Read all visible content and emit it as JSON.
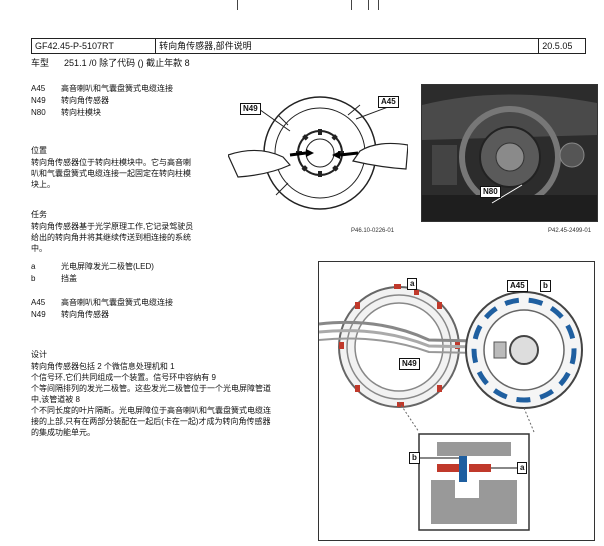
{
  "header": {
    "doc_id": "GF42.45-P-5107RT",
    "title": "转向角传感器,部件说明",
    "date": "20.5.05"
  },
  "model_line": {
    "label": "车型",
    "value": "251.1 /0 除了代码 () 截止年款 8"
  },
  "components_top": [
    {
      "code": "A45",
      "desc": "高音喇叭和气囊盘簧式电缆连接"
    },
    {
      "code": "N49",
      "desc": "转向角传感器"
    },
    {
      "code": "N80",
      "desc": "转向柱模块"
    }
  ],
  "location": {
    "heading": "位置",
    "lines": [
      "转向角传感器位于转向柱模块中。它与高音喇",
      "叭和气囊盘簧式电缆连接一起固定在转向柱模",
      "块上。"
    ]
  },
  "task": {
    "heading": "任务",
    "lines": [
      "转向角传感器基于光学原理工作,它记录驾驶员",
      "给出的转向角并将其继续传送到相连接的系统",
      "中。"
    ]
  },
  "legend": [
    {
      "code": "a",
      "desc": "光电屏障发光二极管(LED)"
    },
    {
      "code": "b",
      "desc": "挡盖"
    }
  ],
  "components_mid": [
    {
      "code": "A45",
      "desc": "高音喇叭和气囊盘簧式电缆连接"
    },
    {
      "code": "N49",
      "desc": "转向角传感器"
    }
  ],
  "design": {
    "heading": "设计",
    "lines": [
      "转向角传感器包括 2 个微信息处理机和 1",
      "个信号环,它们共同组成一个装置。信号环中容纳有 9",
      "个等间隔排列的发光二极管。这些发光二极管位于一个光电屏障管道",
      "中,该管道被 8",
      "个不同长度的叶片隔断。光电屏障位于高音喇叭和气囊盘簧式电缆连",
      "接的上部,只有在两部分装配在一起后(卡在一起)才成为转向角传感器",
      "的集成功能单元。"
    ]
  },
  "figures": {
    "fig1": {
      "caption": "P46.10-0226-01",
      "labels": {
        "n49": "N49",
        "a45": "A45"
      }
    },
    "fig2": {
      "caption": "P42.45-2499-01",
      "labels": {
        "n80": "N80"
      }
    },
    "fig3": {
      "labels": {
        "a": "a",
        "b": "b",
        "a45": "A45",
        "n49": "N49",
        "b2": "b",
        "a2": "a"
      }
    }
  },
  "colors": {
    "accent_red": "#c0392b",
    "accent_blue": "#1f5fa0",
    "gray": "#9a9a9a"
  }
}
